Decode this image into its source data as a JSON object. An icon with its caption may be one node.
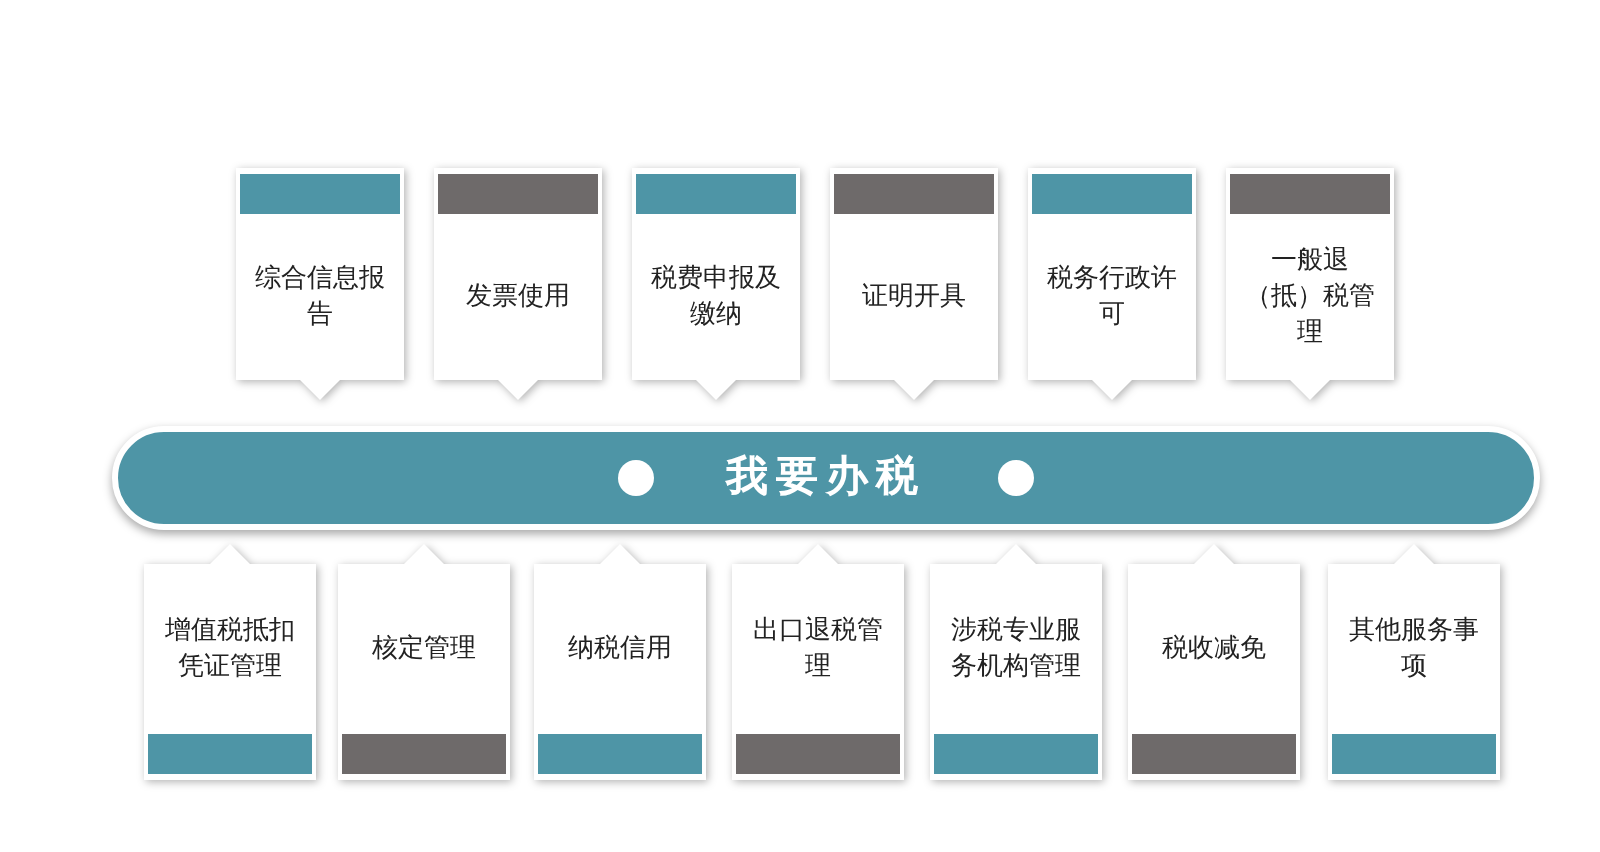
{
  "diagram": {
    "nodes": [
      {
        "text": [
          "综合信息报告"
        ]
      },
      {
        "text": [
          "发票使用"
        ]
      },
      {
        "text": [
          "税费申报及缴纳"
        ]
      },
      {
        "text": [
          "证明开具"
        ]
      },
      {
        "text": [
          "税务行政许可"
        ]
      },
      {
        "text": [
          "一般退（抵）税管理"
        ]
      },
      {
        "text": [
          "我要办税"
        ]
      },
      {
        "text": [
          "增值税抵扣凭证管理"
        ]
      },
      {
        "text": [
          "核定管理"
        ]
      },
      {
        "text": [
          "纳税信用"
        ]
      },
      {
        "text": [
          "出口退税管理"
        ]
      },
      {
        "text": [
          "涉税专业服务机构管理"
        ]
      },
      {
        "text": [
          "税收减免"
        ]
      },
      {
        "text": [
          "其他服务事项"
        ]
      }
    ]
  }
}
